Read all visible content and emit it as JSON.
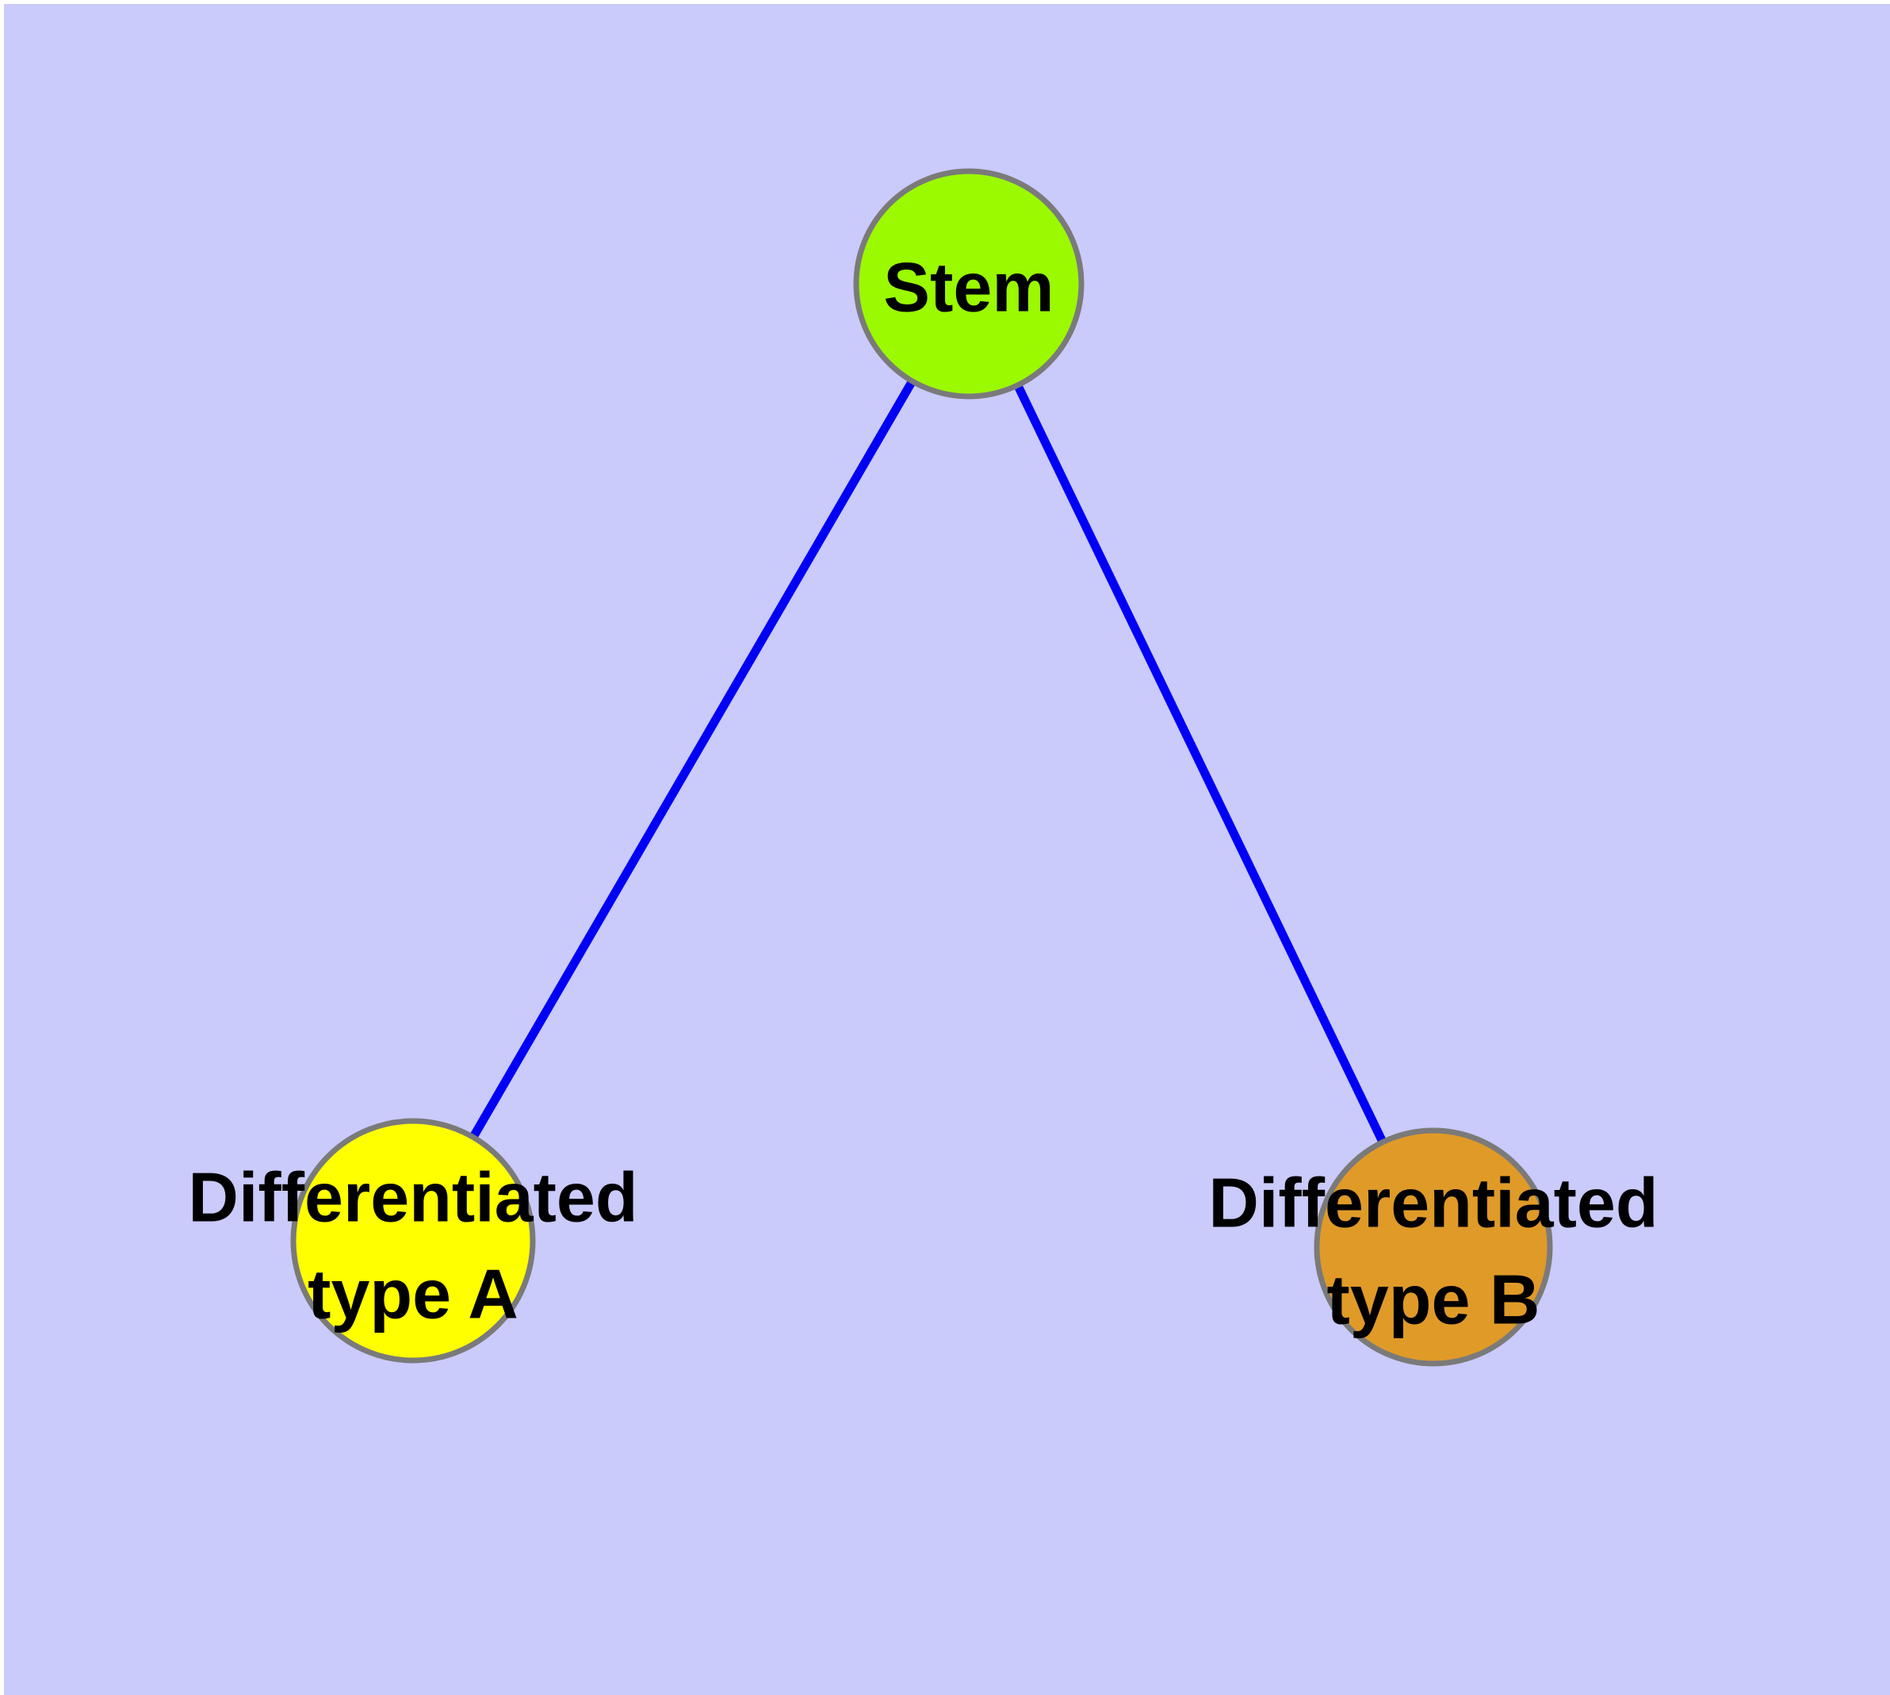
{
  "canvas": {
    "background": "#FFFFFF",
    "plot_background": "#CACAFB"
  },
  "colors": {
    "edge": "#0000F5",
    "node_border": "#7A7A7A",
    "label": "#000000"
  },
  "nodes": {
    "stem": {
      "label": "Stem",
      "color": "#9BF900"
    },
    "type_a": {
      "label_line1": "Differentiated",
      "label_line2": "type A",
      "color": "#FFFF00"
    },
    "type_b": {
      "label_line1": "Differentiated",
      "label_line2": "type B",
      "color": "#E09A28"
    }
  },
  "edges": [
    {
      "from": "stem",
      "to": "type_a"
    },
    {
      "from": "stem",
      "to": "type_b"
    }
  ]
}
